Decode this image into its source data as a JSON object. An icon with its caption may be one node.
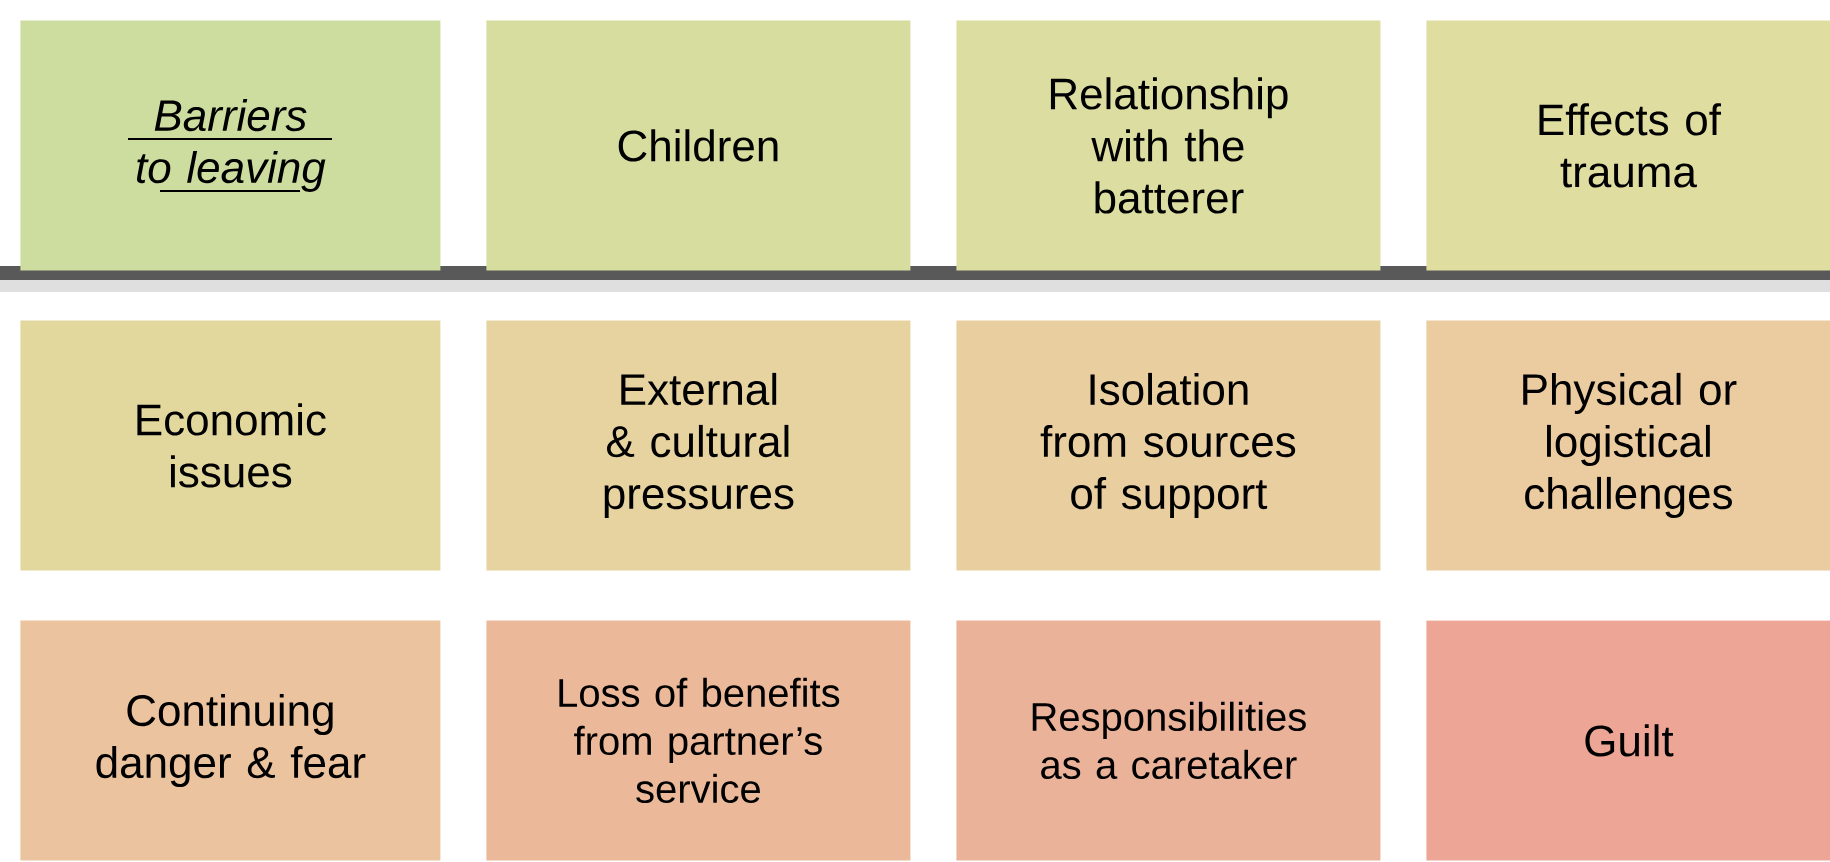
{
  "diagram": {
    "nodes": [
      {
        "text": [
          "Barriers to leaving"
        ]
      },
      {
        "text": [
          "Children"
        ]
      },
      {
        "text": [
          "Relationship with the batterer"
        ]
      },
      {
        "text": [
          "Effects of trauma"
        ]
      },
      {
        "text": [
          "Economic issues"
        ]
      },
      {
        "text": [
          "External & cultural pressures"
        ]
      },
      {
        "text": [
          "Isolation from sources of support"
        ]
      },
      {
        "text": [
          "Physical or logistical challenges"
        ]
      },
      {
        "text": [
          "Continuing danger & fear"
        ]
      },
      {
        "text": [
          "Loss of benefits from partner’s service"
        ]
      },
      {
        "text": [
          "Responsibilities as a caretaker"
        ]
      },
      {
        "text": [
          "Guilt"
        ]
      }
    ]
  }
}
